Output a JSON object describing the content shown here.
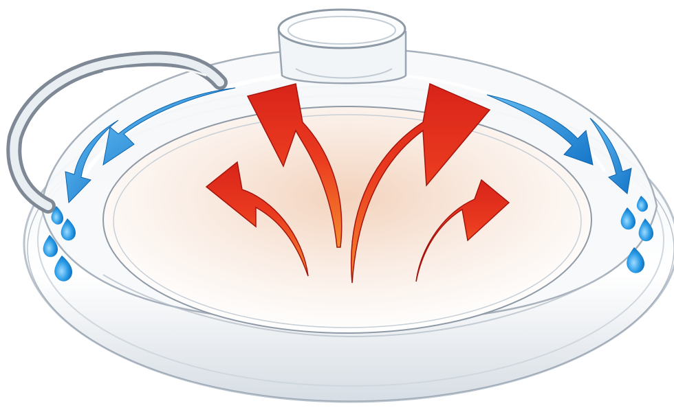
{
  "image": {
    "subject": "glass-lid-with-steam-circulation-arrows",
    "icons": [
      "glass-lid",
      "lid-handle",
      "steam-vent",
      "heat-arrow",
      "condensation-arrow",
      "water-droplet"
    ],
    "colors": {
      "background": "#ffffff",
      "glass_edge": "#9aa6b2",
      "glass_highlight": "#e8eef4",
      "inner_glow": "#f6e1d2",
      "heat_arrow_main": "#e52b1f",
      "heat_arrow_light": "#f57a2a",
      "heat_arrow_dark": "#b3160f",
      "condensation_arrow": "#1f86d6",
      "condensation_arrow_light": "#5bb8f0",
      "droplet": "#1a8fe0",
      "droplet_light": "#8fd2ff"
    }
  }
}
